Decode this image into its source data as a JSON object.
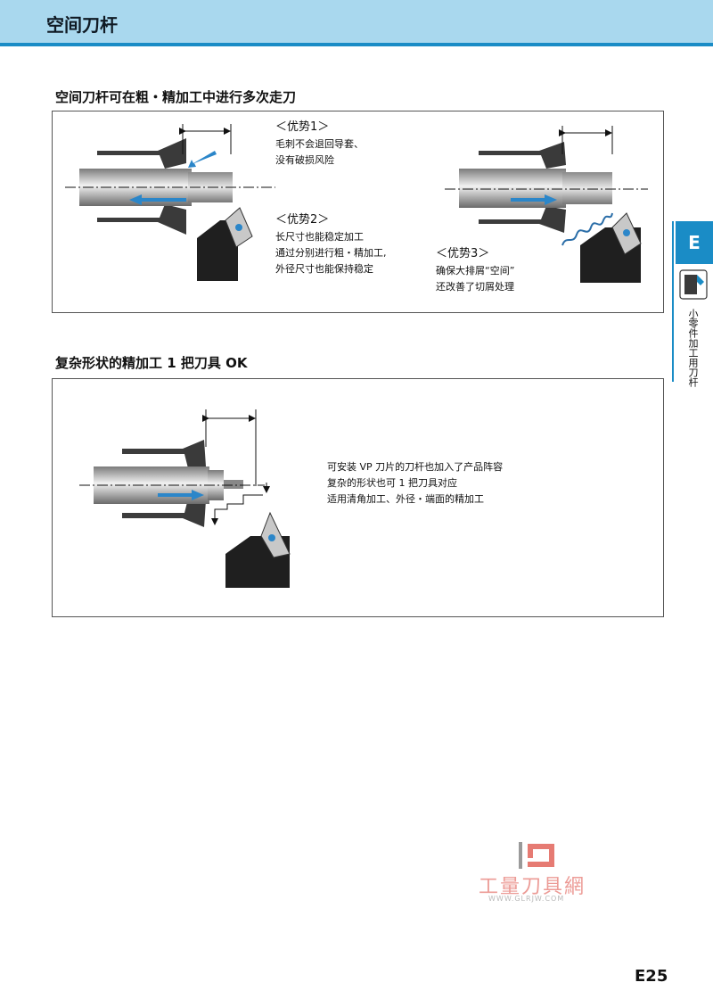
{
  "header": {
    "title": "空间刀杆"
  },
  "section1": {
    "title": "空间刀杆可在粗・精加工中进行多次走刀",
    "advantage1": {
      "label": "＜优势1＞",
      "lines": [
        "毛刺不会退回导套、",
        "没有破损风险"
      ]
    },
    "advantage2": {
      "label": "＜优势2＞",
      "lines": [
        "长尺寸也能稳定加工",
        "通过分别进行粗・精加工,",
        "外径尺寸也能保持稳定"
      ]
    },
    "advantage3": {
      "label": "＜优势3＞",
      "lines": [
        "确保大排屑“空间”",
        "还改善了切屑处理"
      ]
    }
  },
  "section2": {
    "title": "复杂形状的精加工 1 把刀具 OK",
    "lines": [
      "可安装 VP 刀片的刀杆也加入了产品阵容",
      "复杂的形状也可 1 把刀具对应",
      "适用清角加工、外径・端面的精加工"
    ]
  },
  "side": {
    "tab_letter": "E",
    "vertical_label": "小零件加工用刀杆"
  },
  "page_number": "E25",
  "watermark": {
    "text": "工量刀具網",
    "url": "WWW.GLRJW.COM"
  },
  "colors": {
    "header_bg": "#a9d8ee",
    "accent_blue": "#1a8cc6",
    "arrow_blue": "#2b86c9",
    "holder_black": "#1f1f1f"
  }
}
